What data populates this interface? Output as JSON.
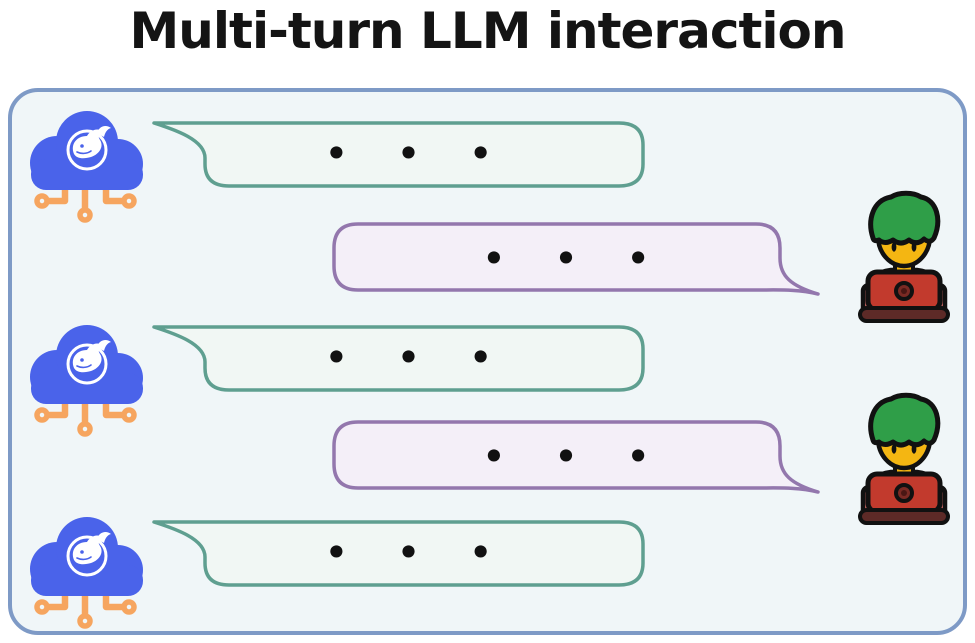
{
  "title": "Multi-turn LLM interaction",
  "conversation": {
    "pattern": "alternating assistant and user messages",
    "messages": [
      {
        "speaker": "assistant",
        "icon": "deepseek-cloud-icon",
        "content": "• • •"
      },
      {
        "speaker": "user",
        "icon": "person-at-laptop-icon",
        "content": "• • •"
      },
      {
        "speaker": "assistant",
        "icon": "deepseek-cloud-icon",
        "content": "• • •"
      },
      {
        "speaker": "user",
        "icon": "person-at-laptop-icon",
        "content": "• • •"
      },
      {
        "speaker": "assistant",
        "icon": "deepseek-cloud-icon",
        "content": "• • •"
      }
    ]
  },
  "colors": {
    "panel_border": "#7e9ac6",
    "panel_background": "#f0f6f8",
    "assistant_bubble_border": "#5f9f90",
    "assistant_bubble_fill": "#f1f7f4",
    "user_bubble_border": "#9377ad",
    "user_bubble_fill": "#f4eff8",
    "ai_cloud_blue": "#4a63ea",
    "circuit_orange": "#f6a55f",
    "hair_green": "#2f9e48",
    "face_yellow": "#f4b612",
    "laptop_red": "#c23a2d"
  }
}
